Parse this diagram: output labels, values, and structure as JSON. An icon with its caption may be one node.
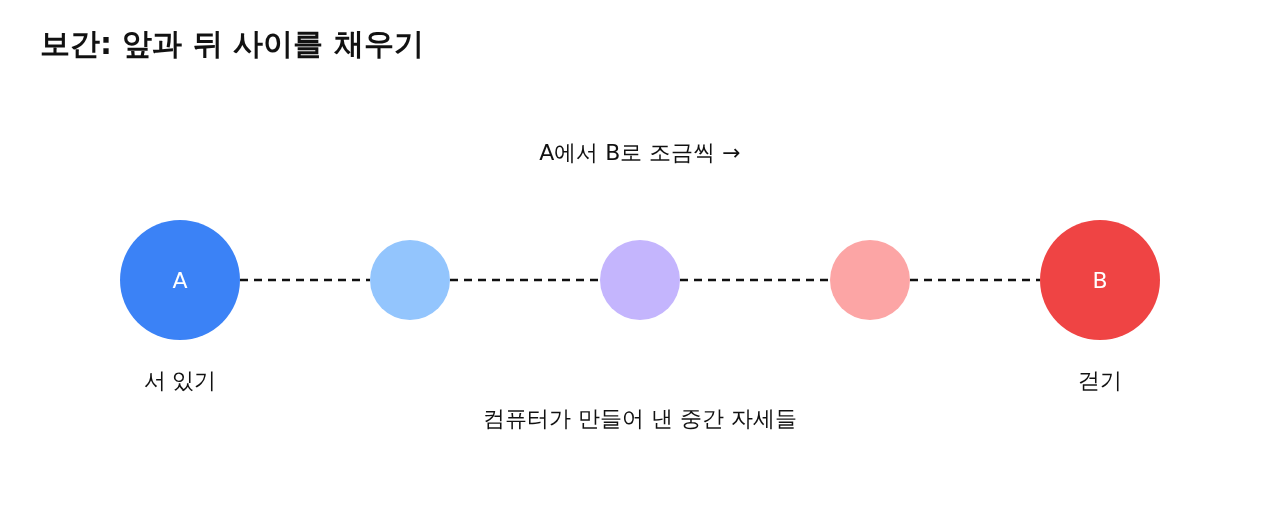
{
  "diagram": {
    "title": "보간: 앞과 뒤 사이를 채우기",
    "nodes": [
      {
        "text": [
          "A"
        ],
        "beside": [
          "서 있기"
        ]
      },
      {
        "text": [],
        "shape": "circle"
      },
      {
        "text": [],
        "shape": "circle"
      },
      {
        "text": [],
        "shape": "circle"
      },
      {
        "text": [
          "B"
        ],
        "beside": [
          "걷기"
        ]
      }
    ],
    "edges": [
      {
        "from": 0,
        "to": 1,
        "arrow": "none",
        "style": "dashed"
      },
      {
        "from": 1,
        "to": 2,
        "arrow": "none",
        "style": "dashed"
      },
      {
        "from": 2,
        "to": 3,
        "arrow": "none",
        "style": "dashed"
      },
      {
        "from": 3,
        "to": 4,
        "arrow": "none",
        "style": "dashed"
      }
    ],
    "labels": [
      "A에서 B로 조금씩 →",
      "컴퓨터가 만들어 낸 중간 자세들"
    ]
  }
}
